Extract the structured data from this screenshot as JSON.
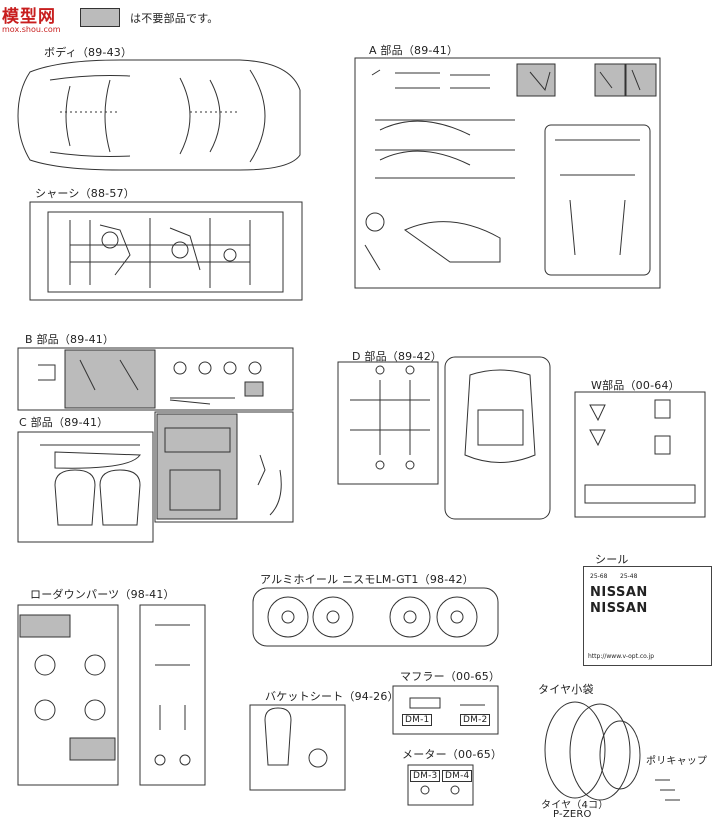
{
  "header": {
    "logo_text": "模型网",
    "logo_url": "mox.shou.com",
    "legend_text": "は不要部品です。"
  },
  "sections": {
    "body": "ボディ（89-43）",
    "a_parts": "A 部品（89-41）",
    "chassis": "シャーシ（88-57）",
    "b_parts": "B 部品（89-41）",
    "c_parts": "C 部品（89-41）",
    "d_parts": "D 部品（89-42）",
    "w_parts": "W部品（00-64）",
    "seal": "シール",
    "lowdown": "ローダウンパーツ（98-41）",
    "wheels": "アルミホイール ニスモLM-GT1（98-42）",
    "bucket": "バケットシート（94-26）",
    "muffler": "マフラー（00-65）",
    "meter": "メーター（00-65）",
    "tire_bag": "タイヤ小袋",
    "polycap": "ポリキャップ",
    "tire_qty": "タイヤ（4コ）",
    "tire_name": "P-ZERO"
  },
  "part_tags": {
    "dm1": "DM-1",
    "dm2": "DM-2",
    "dm3": "DM-3",
    "dm4": "DM-4"
  },
  "sticker": {
    "nissan1": "NISSAN",
    "nissan2": "NISSAN",
    "plate1": "25-68",
    "plate2": "25-48",
    "url": "http://www.v-opt.co.jp"
  },
  "colors": {
    "unused_parts_fill": "#bbbbbb",
    "logo_red": "#c81e1e",
    "line": "#333333"
  }
}
